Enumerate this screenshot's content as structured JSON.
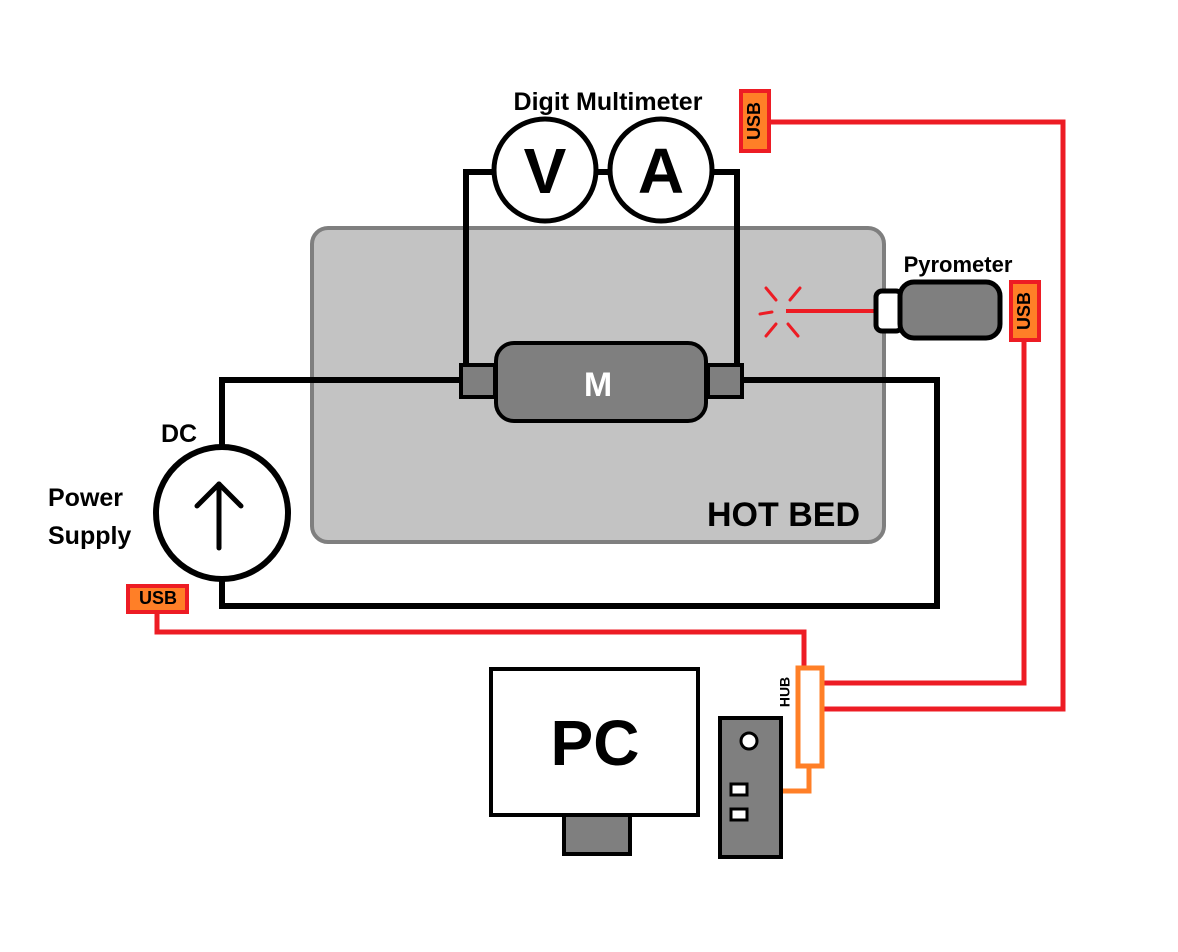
{
  "labels": {
    "multimeter": "Digit Multimeter",
    "volt_symbol": "V",
    "amp_symbol": "A",
    "pyrometer": "Pyrometer",
    "motor": "M",
    "hot_bed": "HOT BED",
    "dc": "DC",
    "power_supply_line1": "Power",
    "power_supply_line2": "Supply",
    "usb": "USB",
    "hub": "HUB",
    "pc": "PC"
  },
  "colors": {
    "wire_black": "#000000",
    "wire_usb": "#ed1c24",
    "wire_hub": "#ff7f27",
    "usb_badge": "#ff7f27",
    "hot_bed_fill": "#c3c3c3",
    "hot_bed_border": "#7f7f7f",
    "device_gray": "#7f7f7f",
    "laser": "#ed1c24"
  },
  "icons": {
    "power_supply": "up-arrow-in-circle",
    "laser_spot": "laser-burst-icon"
  }
}
